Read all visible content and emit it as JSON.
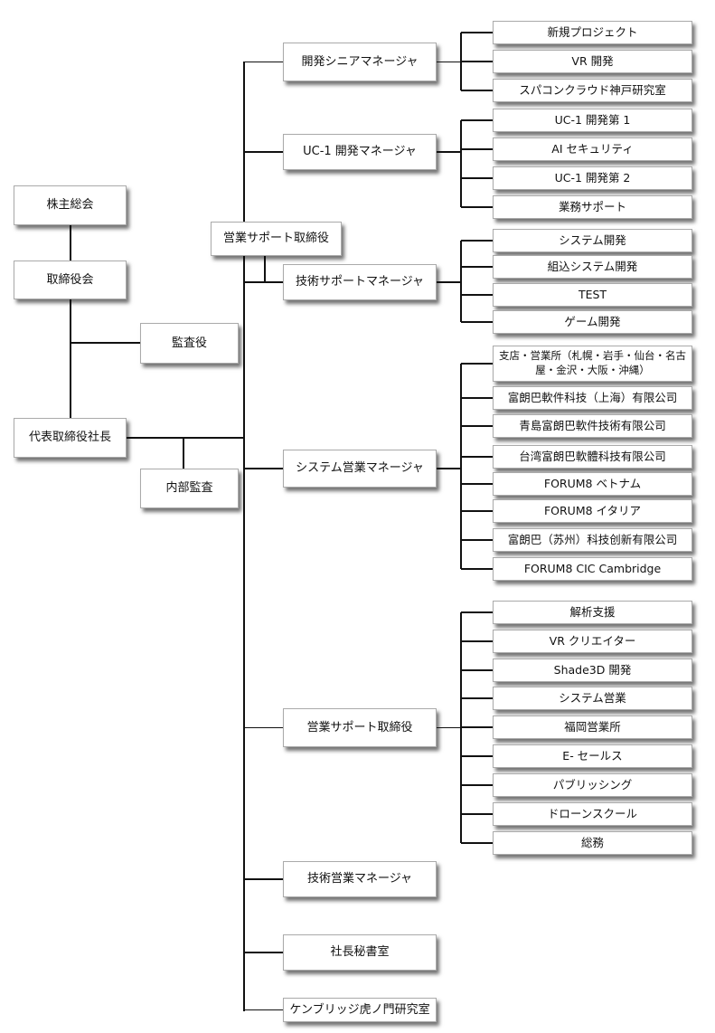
{
  "left": {
    "shareholders": "株主総会",
    "board": "取締役会",
    "auditor": "監査役",
    "president": "代表取締役社長",
    "internal_audit": "内部監査"
  },
  "top_director": "営業サポート取締役",
  "level2": [
    "開発シニアマネージャ",
    "UC-1 開発マネージャ",
    "技術サポートマネージャ",
    "システム営業マネージャ",
    "営業サポート取締役",
    "技術営業マネージャ",
    "社長秘書室",
    "ケンブリッジ虎ノ門研究室"
  ],
  "groups": [
    [
      "新規プロジェクト",
      "VR 開発",
      "スパコンクラウド神戸研究室"
    ],
    [
      "UC-1 開発第 1",
      "AI セキュリティ",
      "UC-1 開発第 2",
      "業務サポート"
    ],
    [
      "システム開発",
      "組込システム開発",
      "TEST",
      "ゲーム開発"
    ],
    [
      "支店・営業所（札幌・岩手・仙台・名古屋・金沢・大阪・沖縄）",
      "富朗巴軟件科技（上海）有限公司",
      "青島富朗巴軟件技術有限公司",
      "台湾富朗巴軟體科技有限公司",
      "FORUM8 ベトナム",
      "FORUM8 イタリア",
      "富朗巴（苏州）科技创新有限公司",
      "FORUM8 CIC Cambridge"
    ],
    [
      "解析支援",
      "VR クリエイター",
      "Shade3D 開発",
      "システム営業",
      "福岡営業所",
      "E- セールス",
      "パブリッシング",
      "ドローンスクール",
      "総務"
    ]
  ]
}
